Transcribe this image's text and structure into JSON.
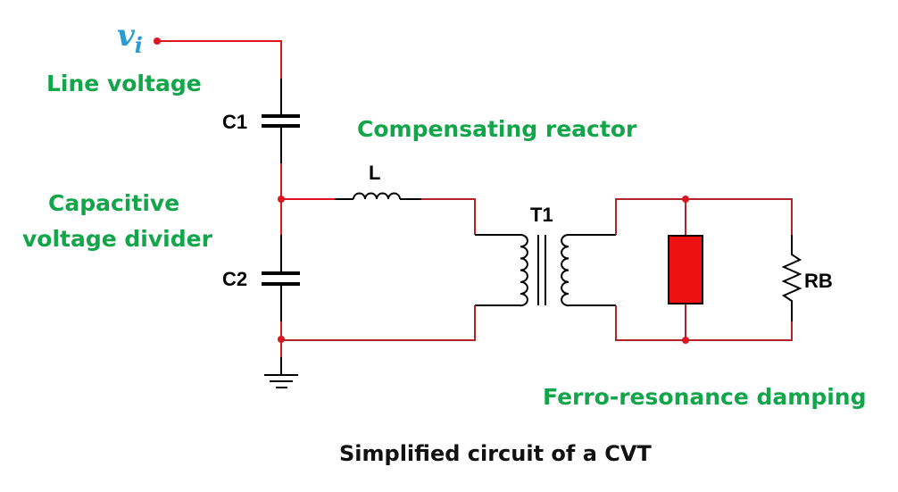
{
  "diagram": {
    "title": "Simplified circuit of a CVT",
    "input": {
      "symbol": "v",
      "subscript": "i"
    },
    "annotations": {
      "line_voltage": "Line voltage",
      "capacitive_divider_line1": "Capacitive",
      "capacitive_divider_line2": "voltage divider",
      "compensating_reactor": "Compensating reactor",
      "ferro_damping": "Ferro-resonance damping"
    },
    "components": {
      "c1": "C1",
      "c2": "C2",
      "inductor": "L",
      "transformer": "T1",
      "burden_resistor": "RB"
    },
    "colors": {
      "annotation": "#12a54a",
      "input_label": "#2a9bd3",
      "wire_highlight": "#e0141e",
      "wire_dark_red": "#b0242a",
      "wire": "#000000",
      "damping_element": "#ee1111"
    }
  }
}
